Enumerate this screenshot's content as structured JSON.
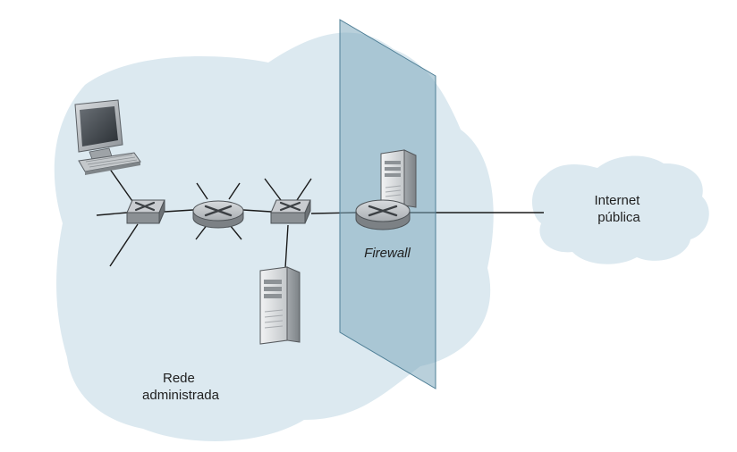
{
  "labels": {
    "managed_network": [
      "Rede",
      "administrada"
    ],
    "public_internet": [
      "Internet",
      "pública"
    ],
    "firewall": "Firewall"
  },
  "colors": {
    "cloud_fill": "#dce9f0",
    "firewall_pane_fill": "#7faabd",
    "firewall_pane_edge": "#4f7f96",
    "link_line": "#1a1a1a",
    "device_gray": "#b9bcbf",
    "device_dark": "#6f7478"
  },
  "icons": [
    "desktop-computer-icon",
    "ethernet-switch-icon",
    "router-icon",
    "server-tower-icon",
    "cloud-shape"
  ]
}
